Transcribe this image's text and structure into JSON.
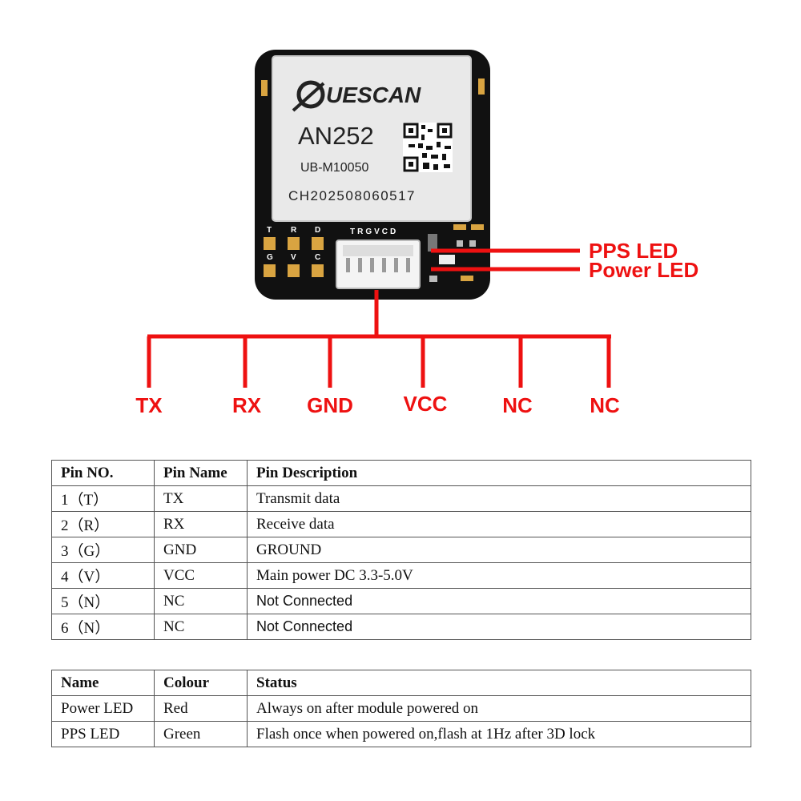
{
  "module": {
    "brand": "UESCAN",
    "model": "AN252",
    "chip": "UB-M10050",
    "serial": "CH202508060517",
    "silk_left": [
      "T",
      "R",
      "D",
      "G",
      "V",
      "C"
    ],
    "connector_silk": "TRGVCD"
  },
  "callouts": {
    "pps_led": "PPS LED",
    "power_led": "Power LED"
  },
  "pins": [
    "TX",
    "RX",
    "GND",
    "VCC",
    "NC",
    "NC"
  ],
  "pin_table": {
    "headers": [
      "Pin NO.",
      "Pin Name",
      "Pin Description"
    ],
    "rows": [
      [
        "1（T）",
        "TX",
        "Transmit data"
      ],
      [
        "2（R）",
        "RX",
        "Receive data"
      ],
      [
        "3（G）",
        "GND",
        "GROUND"
      ],
      [
        "4（V）",
        "VCC",
        "Main power DC 3.3-5.0V"
      ],
      [
        "5（N）",
        "NC",
        "Not Connected"
      ],
      [
        "6（N）",
        "NC",
        "Not Connected"
      ]
    ]
  },
  "led_table": {
    "headers": [
      "Name",
      "Colour",
      "Status"
    ],
    "rows": [
      [
        "Power LED",
        "Red",
        "Always on after module powered on"
      ],
      [
        "PPS LED",
        "Green",
        "Flash once when powered on,flash at 1Hz after 3D lock"
      ]
    ]
  },
  "colors": {
    "callout": "#ee1111",
    "pcb": "#111111",
    "pad": "#d9a441",
    "shield": "#e9e9e9"
  }
}
